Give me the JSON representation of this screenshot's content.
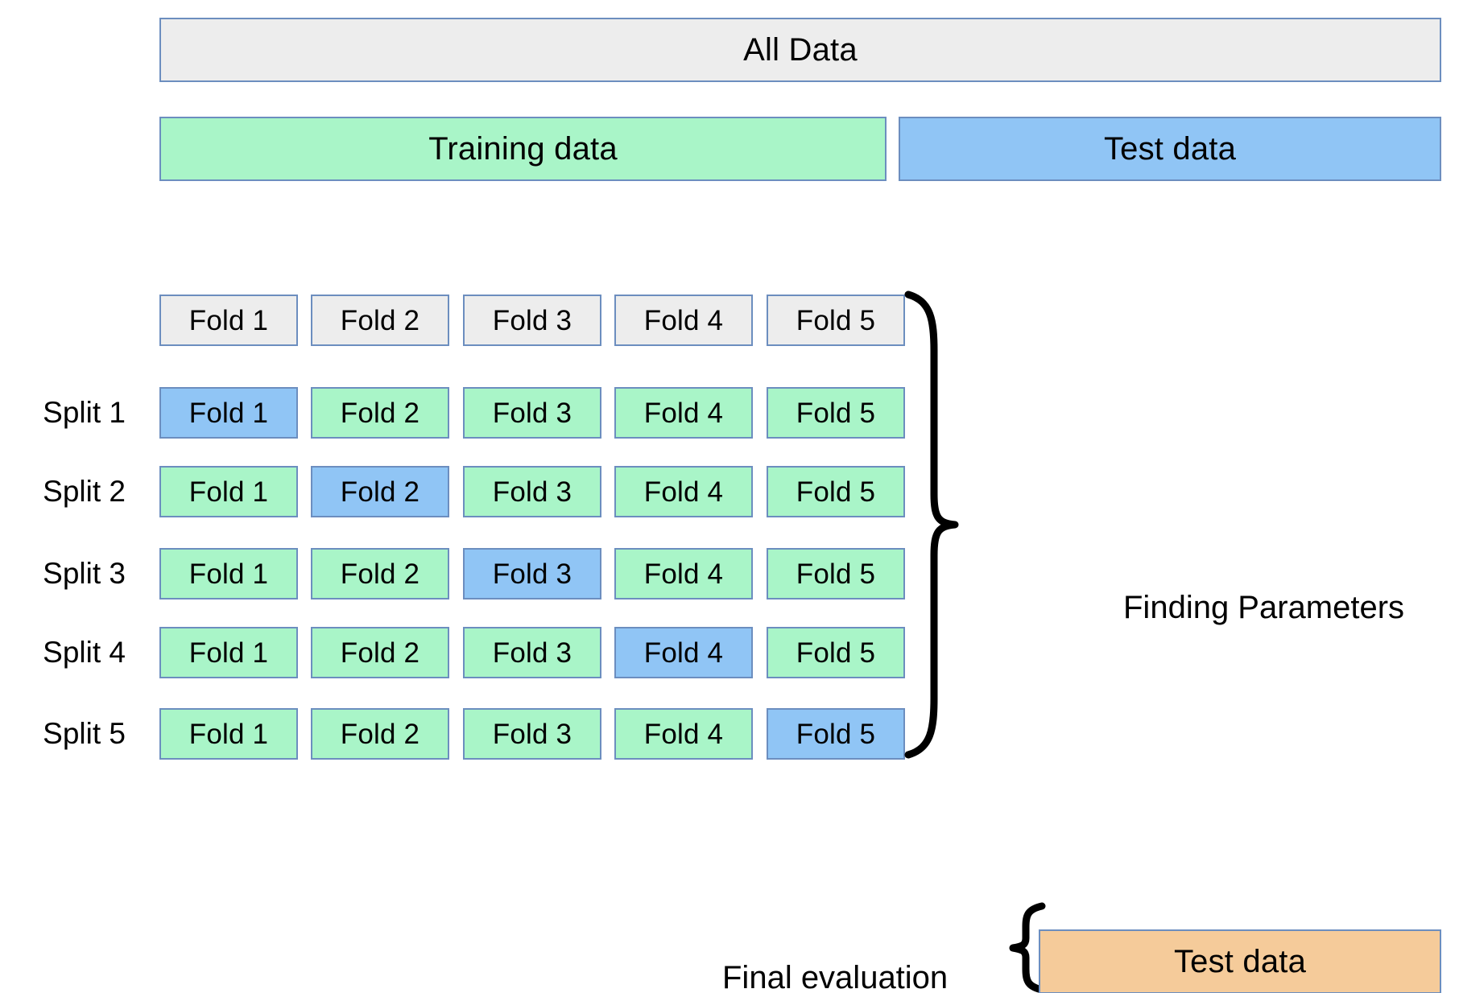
{
  "diagram": {
    "title": "Cross-validation data split diagram",
    "colors": {
      "grey_fill": "#ededed",
      "green_fill": "#a9f5c8",
      "blue_fill": "#90c5f5",
      "orange_fill": "#f5cb9a",
      "border": "#6c8ebf",
      "brace_stroke": "#000000",
      "text": "#000000",
      "background": "#ffffff"
    }
  },
  "all_data": {
    "label": "All Data"
  },
  "top_split": {
    "training": "Training data",
    "test": "Test data"
  },
  "fold_header": {
    "folds": [
      "Fold 1",
      "Fold 2",
      "Fold 3",
      "Fold 4",
      "Fold 5"
    ]
  },
  "splits": [
    {
      "label": "Split 1",
      "folds": [
        {
          "label": "Fold 1",
          "role": "validation"
        },
        {
          "label": "Fold 2",
          "role": "train"
        },
        {
          "label": "Fold 3",
          "role": "train"
        },
        {
          "label": "Fold 4",
          "role": "train"
        },
        {
          "label": "Fold 5",
          "role": "train"
        }
      ]
    },
    {
      "label": "Split 2",
      "folds": [
        {
          "label": "Fold 1",
          "role": "train"
        },
        {
          "label": "Fold 2",
          "role": "validation"
        },
        {
          "label": "Fold 3",
          "role": "train"
        },
        {
          "label": "Fold 4",
          "role": "train"
        },
        {
          "label": "Fold 5",
          "role": "train"
        }
      ]
    },
    {
      "label": "Split 3",
      "folds": [
        {
          "label": "Fold 1",
          "role": "train"
        },
        {
          "label": "Fold 2",
          "role": "train"
        },
        {
          "label": "Fold 3",
          "role": "validation"
        },
        {
          "label": "Fold 4",
          "role": "train"
        },
        {
          "label": "Fold 5",
          "role": "train"
        }
      ]
    },
    {
      "label": "Split 4",
      "folds": [
        {
          "label": "Fold 1",
          "role": "train"
        },
        {
          "label": "Fold 2",
          "role": "train"
        },
        {
          "label": "Fold 3",
          "role": "train"
        },
        {
          "label": "Fold 4",
          "role": "validation"
        },
        {
          "label": "Fold 5",
          "role": "train"
        }
      ]
    },
    {
      "label": "Split 5",
      "folds": [
        {
          "label": "Fold 1",
          "role": "train"
        },
        {
          "label": "Fold 2",
          "role": "train"
        },
        {
          "label": "Fold 3",
          "role": "train"
        },
        {
          "label": "Fold 4",
          "role": "train"
        },
        {
          "label": "Fold 5",
          "role": "validation"
        }
      ]
    }
  ],
  "annotations": {
    "finding_parameters": "Finding Parameters",
    "final_evaluation": "Final evaluation",
    "final_test_data": "Test data"
  }
}
